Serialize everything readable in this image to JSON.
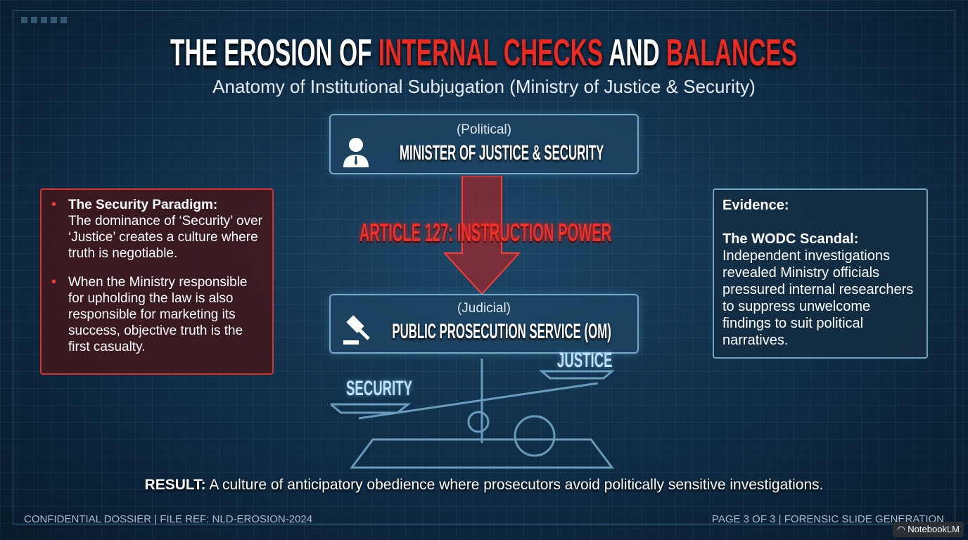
{
  "title": {
    "part1": "THE EROSION OF ",
    "part2": "INTERNAL CHECKS",
    "part3": " AND ",
    "part4": "BALANCES"
  },
  "subtitle": "Anatomy of Institutional Subjugation (Ministry of Justice & Security)",
  "nodes": [
    {
      "sub": "(Political)",
      "title": "MINISTER OF JUSTICE & SECURITY",
      "icon": "person-icon"
    },
    {
      "sub": "(Judicial)",
      "title": "PUBLIC PROSECUTION SERVICE (OM)",
      "icon": "gavel-icon"
    }
  ],
  "article": "ARTICLE 127: INSTRUCTION POWER",
  "left_panel": {
    "items": [
      {
        "heading": "The Security Paradigm:",
        "text": "The dominance of ‘Security’ over ‘Justice’ creates a culture where truth is negotiable."
      },
      {
        "text": "When the Ministry responsible for upholding the law is also responsible for marketing its success, objective truth is the first casualty."
      }
    ]
  },
  "right_panel": {
    "label": "Evidence:",
    "heading": "The WODC Scandal:",
    "text": "Independent investigations revealed Ministry officials pressured internal researchers to suppress unwelcome findings to suit political narratives."
  },
  "scale": {
    "left": "SECURITY",
    "right": "JUSTICE"
  },
  "result": {
    "label": "RESULT:",
    "text": " A culture of anticipatory obedience where prosecutors avoid politically sensitive investigations."
  },
  "footer": {
    "left": "CONFIDENTIAL DOSSIER  |  FILE REF: NLD-EROSION-2024",
    "right": "PAGE 3 OF 3  |  FORENSIC SLIDE GENERATION"
  },
  "badge": "NotebookLM",
  "colors": {
    "accent_red": "#ec2a22",
    "background": "#10304b"
  }
}
